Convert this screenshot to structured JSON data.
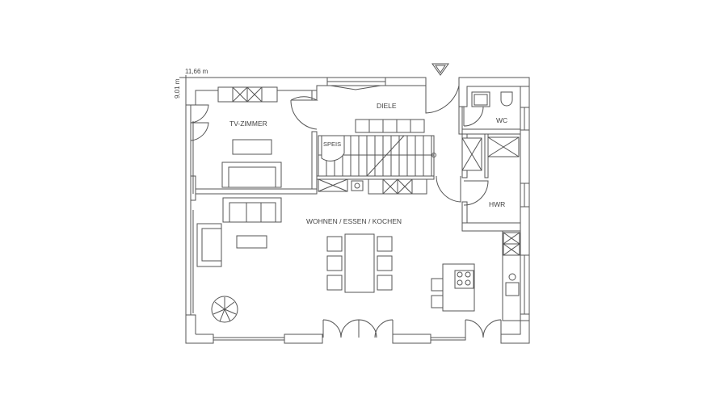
{
  "dimensions": {
    "width": "11,66 m",
    "depth": "9,01 m"
  },
  "rooms": {
    "tv": "TV-ZIMMER",
    "diele": "DIELE",
    "wc": "WC",
    "speis": "SPEIS",
    "hwr": "HWR",
    "wohnen": "WOHNEN / ESSEN / KOCHEN"
  },
  "colors": {
    "line": "#555555",
    "fill": "#ffffff",
    "accent": "#222222"
  }
}
